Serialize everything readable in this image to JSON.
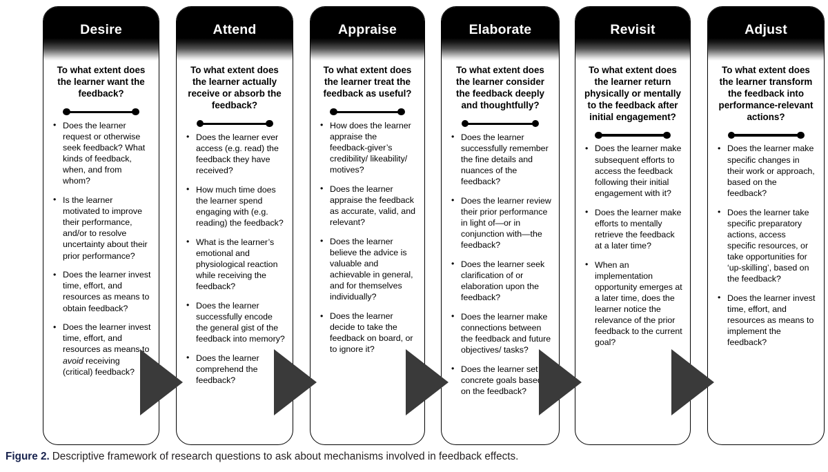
{
  "figure": {
    "caption_label": "Figure 2.",
    "caption_text": "Descriptive framework of research questions to ask about mechanisms involved in feedback effects.",
    "colors": {
      "header_fill": "#000000",
      "header_text": "#ffffff",
      "card_border": "#000000",
      "arrow_fill": "#3a3a3a",
      "caption_label": "#17224d",
      "caption_text": "#231f20",
      "background": "#ffffff"
    }
  },
  "stages": [
    {
      "title": "Desire",
      "question": "To what extent does the learner want the feedback?",
      "items": [
        "Does the learner request or otherwise seek feedback? What kinds of feedback, when, and from whom?",
        "Is the learner motivated to improve their performance, and/or to resolve uncertainty about their prior performance?",
        "Does the learner invest time, effort, and resources as means to obtain feedback?",
        "Does the learner invest time, effort, and resources as means to <em>avoid</em> receiving (critical) feedback?"
      ]
    },
    {
      "title": "Attend",
      "question": "To what extent does the learner actually receive or absorb the feedback?",
      "items": [
        "Does the learner ever access (e.g. read) the feedback they have received?",
        "How much time does the learner spend engaging with (e.g. reading) the feedback?",
        "What is the learner’s emotional and physiological reaction while receiving the feedback?",
        "Does the learner successfully encode the general gist of the feedback into memory?",
        "Does the learner comprehend the feedback?"
      ]
    },
    {
      "title": "Appraise",
      "question": "To what extent does the learner treat the feedback as useful?",
      "items": [
        "How does the learner appraise the feedback-giver’s credibility/ likeability/ motives?",
        "Does the learner appraise the feedback as accurate, valid, and relevant?",
        "Does the learner believe the advice is valuable and achievable in general, and for themselves individually?",
        "Does the learner decide to take the feedback on board, or to ignore it?"
      ]
    },
    {
      "title": "Elaborate",
      "question": "To what extent does the learner consider the feedback deeply and thoughtfully?",
      "items": [
        "Does the learner successfully remember the fine details and nuances of the feedback?",
        "Does the learner review their prior performance in light of—or in conjunction with—the feedback?",
        "Does the learner seek clarification of or elaboration upon the feedback?",
        "Does the learner make connections between the feedback and future objectives/ tasks?",
        "Does the learner set concrete goals based on the feedback?"
      ]
    },
    {
      "title": "Revisit",
      "question": "To what extent does the learner return physically or mentally to the feedback after initial engagement?",
      "items": [
        "Does the learner make subsequent efforts  to access the feedback following their initial engagement with it?",
        "Does the learner make efforts to mentally retrieve the feedback at a later time?",
        "When an implementation opportunity emerges at a later time, does the learner notice the relevance of the prior feedback to the current goal?"
      ]
    },
    {
      "title": "Adjust",
      "question": "To what extent does the learner transform the feedback into performance-relevant actions?",
      "items": [
        "Does the learner make specific changes in their work or approach, based on the feedback?",
        "Does the learner take specific preparatory actions, access specific resources, or take opportunities for ‘up-skilling’, based on the feedback?",
        "Does the learner invest time, effort, and resources as means to implement the feedback?"
      ]
    }
  ],
  "arrows": [
    {
      "from": "Desire",
      "to": "Attend"
    },
    {
      "from": "Attend",
      "to": "Appraise"
    },
    {
      "from": "Appraise",
      "to": "Elaborate"
    },
    {
      "from": "Elaborate",
      "to": "Revisit"
    },
    {
      "from": "Revisit",
      "to": "Adjust"
    }
  ]
}
